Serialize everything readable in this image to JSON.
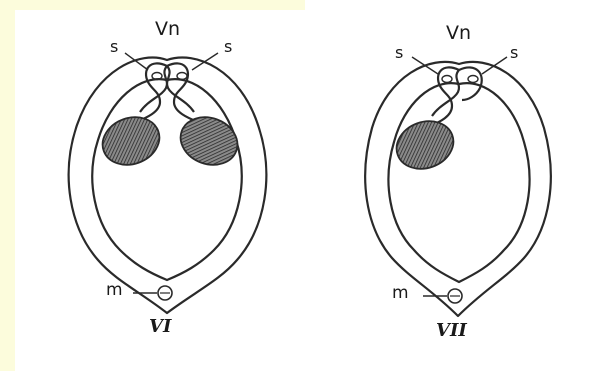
{
  "colors": {
    "page_background": "#fcfcdc",
    "panel_background": "#ffffff",
    "stroke": "#2a2a2a",
    "hatch_fill": "#3a3a3a"
  },
  "diagrams": [
    {
      "label_top": "Vn",
      "label_s_left": "s",
      "label_s_right": "s",
      "label_m": "m",
      "caption": "VI"
    },
    {
      "label_top": "Vn",
      "label_s_left": "s",
      "label_s_right": "s",
      "label_m": "m",
      "caption": "VII"
    }
  ]
}
